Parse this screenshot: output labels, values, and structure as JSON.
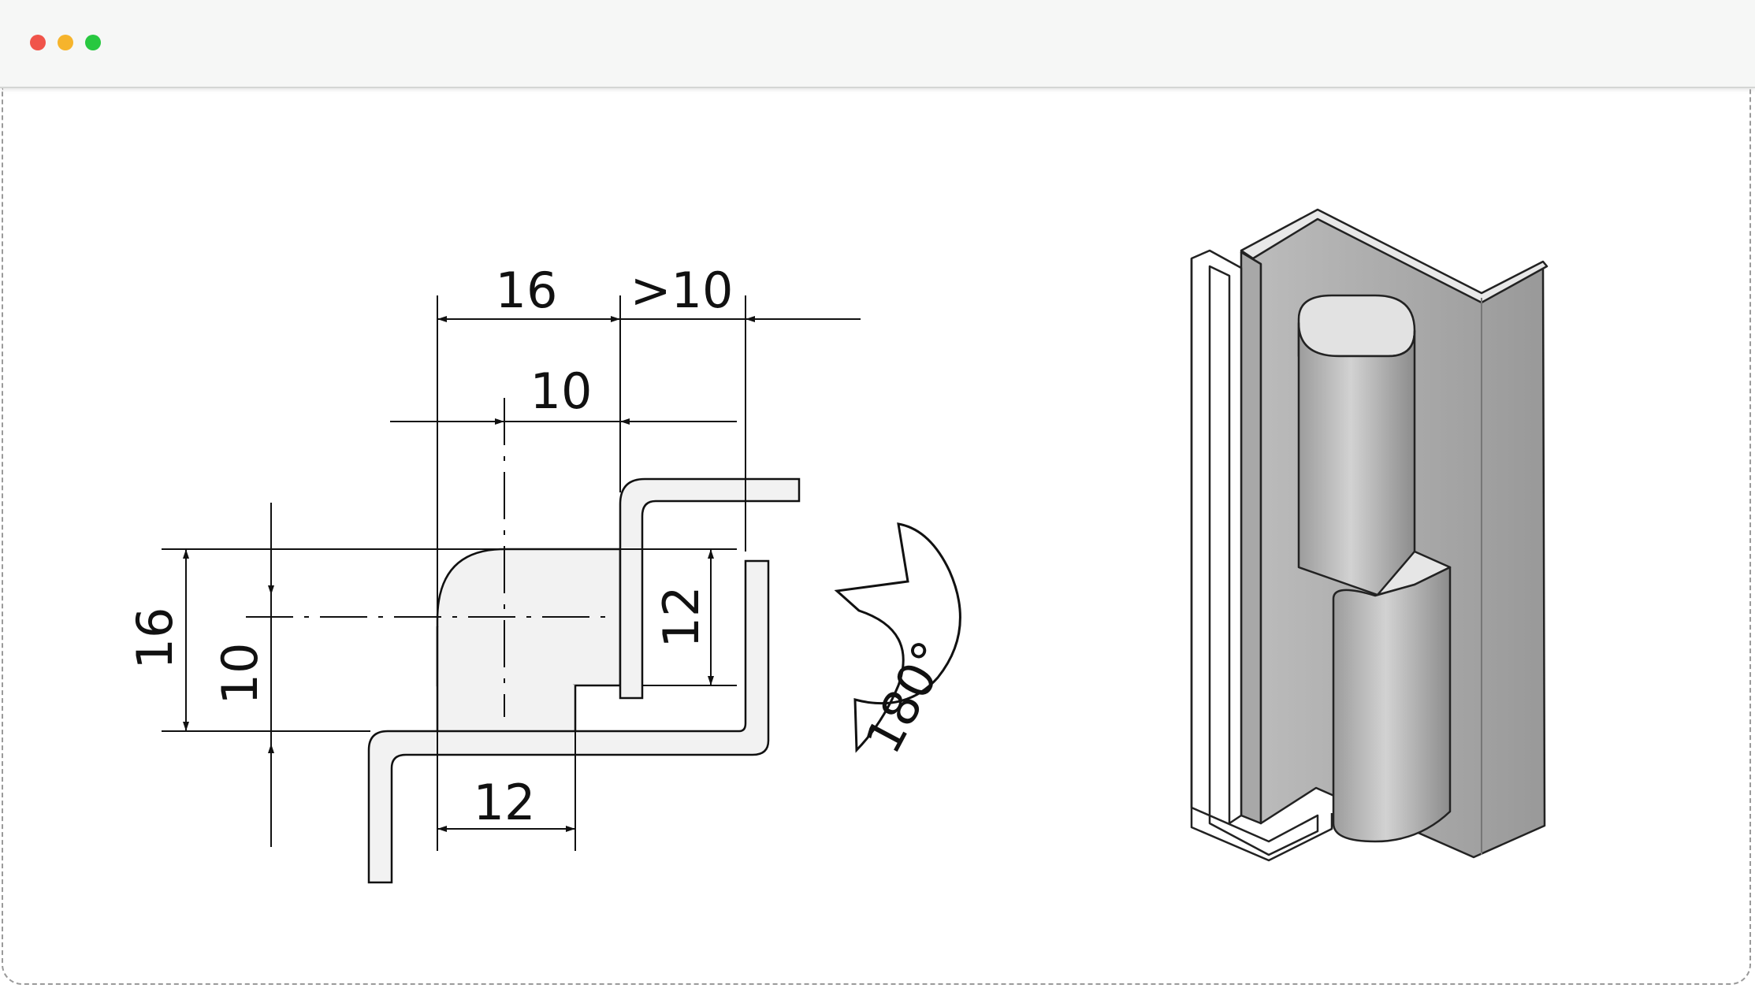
{
  "window": {
    "controls": [
      {
        "name": "close",
        "color": "#f0544a"
      },
      {
        "name": "minimize",
        "color": "#f6b42c"
      },
      {
        "name": "maximize",
        "color": "#28c840"
      }
    ]
  },
  "drawing": {
    "dimensions": {
      "top_width": "16",
      "top_clearance": ">10",
      "center_width": "10",
      "left_height": "16",
      "left_inner_height": "10",
      "right_height": "12",
      "bottom_width": "12"
    },
    "rotation_label": "180°"
  },
  "colors": {
    "line": "#111111",
    "part_fill": "#f2f2f2",
    "hinge_light": "#e6e6e6",
    "hinge_mid": "#b5b5b5",
    "hinge_dark": "#8e8e8e"
  }
}
